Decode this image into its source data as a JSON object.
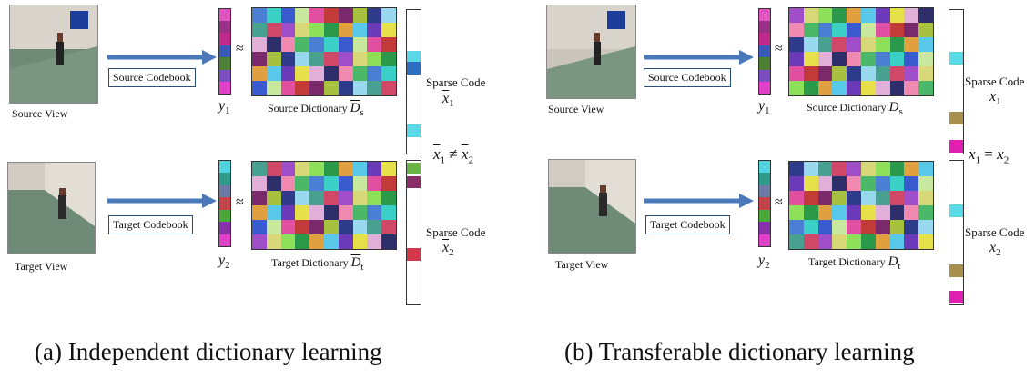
{
  "panel_a": {
    "source_view_label": "Source View",
    "target_view_label": "Target View",
    "source_codebook": "Source Codebook",
    "target_codebook": "Target Codebook",
    "y1": "y",
    "y1_sub": "1",
    "y2": "y",
    "y2_sub": "2",
    "approx": "≈",
    "source_dict_label": "Source Dictionary",
    "source_dict_sym": "D",
    "source_dict_sub": "s",
    "target_dict_label": "Target Dictionary",
    "target_dict_sym": "D",
    "target_dict_sub": "t",
    "sparse_code_1_label": "Sparse Code",
    "x1_sym": "x",
    "x1_sub": "1",
    "sparse_code_2_label": "Sparse Code",
    "x2_sym": "x",
    "x2_sub": "2",
    "relation": "≠",
    "caption": "(a) Independent dictionary learning"
  },
  "panel_b": {
    "source_view_label": "Source View",
    "target_view_label": "Target View",
    "source_codebook": "Source Codebook",
    "target_codebook": "Target Codebook",
    "y1": "y",
    "y1_sub": "1",
    "y2": "y",
    "y2_sub": "2",
    "approx": "≈",
    "source_dict_label": "Source Dictionary",
    "source_dict_sym": "D",
    "source_dict_sub": "s",
    "target_dict_label": "Target Dictionary",
    "target_dict_sym": "D",
    "target_dict_sub": "t",
    "sparse_code_1_label": "Sparse Code",
    "x1_sym": "x",
    "x1_sub": "1",
    "sparse_code_2_label": "Sparse Code",
    "x2_sym": "x",
    "x2_sub": "2",
    "relation": "=",
    "caption": "(b) Transferable dictionary learning"
  },
  "colors": {
    "arrow": "#4a78b8",
    "codebook_border": "#2a4d7a",
    "sparse_cyan": "#5ad8e6",
    "sparse_blue": "#2c6fc0",
    "sparse_red": "#d23a4a",
    "sparse_green": "#6ab446",
    "sparse_magenta": "#8a2e6a",
    "sparse_tan": "#a98f4e",
    "sparse_pink": "#e020b0"
  }
}
